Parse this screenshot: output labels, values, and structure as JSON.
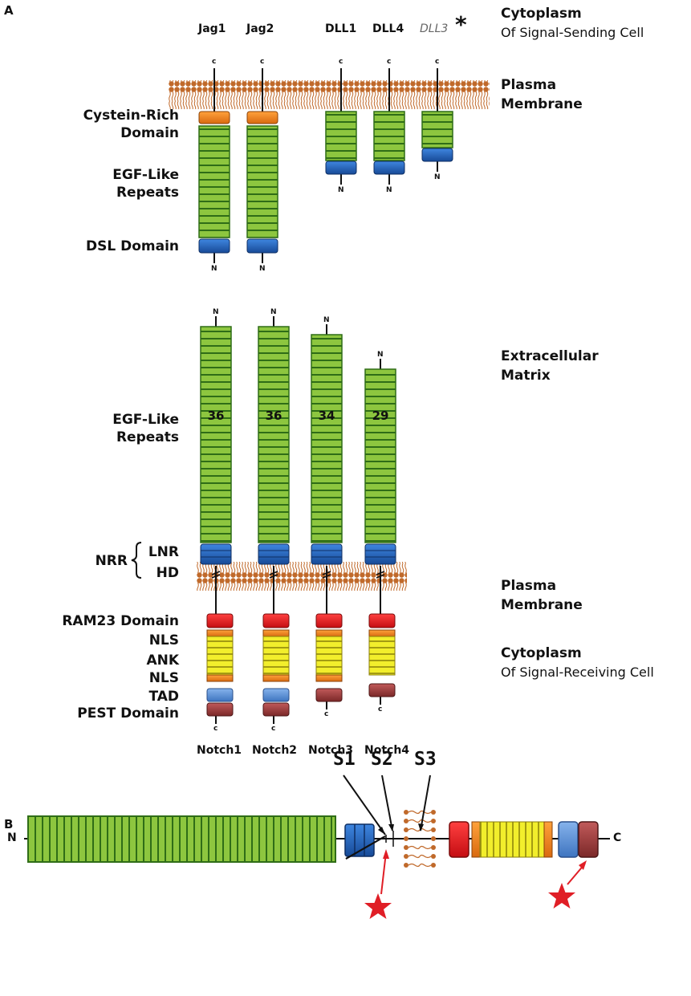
{
  "panels": {
    "a": "A",
    "b": "B"
  },
  "ligands": {
    "names": [
      "Jag1",
      "Jag2",
      "DLL1",
      "DLL4",
      "DLL3"
    ],
    "asterisk": "*"
  },
  "terminals": {
    "c": "c",
    "n": "N",
    "c_big": "C"
  },
  "side_labels": {
    "cytoplasm_top": "Cytoplasm",
    "cytoplasm_top_sub": "Of Signal-Sending Cell",
    "membrane_top_1": "Plasma",
    "membrane_top_2": "Membrane",
    "ecm_1": "Extracellular",
    "ecm_2": "Matrix",
    "membrane_bot_1": "Plasma",
    "membrane_bot_2": "Membrane",
    "cytoplasm_bot": "Cytoplasm",
    "cytoplasm_bot_sub": "Of Signal-Receiving Cell"
  },
  "ligand_domains": {
    "cys_1": "Cystein-Rich",
    "cys_2": "Domain",
    "egf_1": "EGF-Like",
    "egf_2": "Repeats",
    "dsl": "DSL Domain"
  },
  "receptor_domains": {
    "egf_1": "EGF-Like",
    "egf_2": "Repeats",
    "nrr": "NRR",
    "lnr": "LNR",
    "hd": "HD",
    "ram": "RAM23 Domain",
    "nls1": "NLS",
    "ank": "ANK",
    "nls2": "NLS",
    "tad": "TAD",
    "pest": "PEST Domain"
  },
  "receptors": {
    "names": [
      "Notch1",
      "Notch2",
      "Notch3",
      "Notch4"
    ],
    "egf_counts": [
      "36",
      "36",
      "34",
      "29"
    ]
  },
  "cleavage": {
    "s1": "S1",
    "s2": "S2",
    "s3": "S3"
  },
  "colors": {
    "egf_green": "#8dc63f",
    "egf_border": "#3a7d1f",
    "cys_orange": "#f58220",
    "dsl_blue": "#1f5fb5",
    "ram_red": "#e8141b",
    "ank_yellow": "#f2ee2c",
    "nls_orange": "#f39c12",
    "tad_blue": "#5b8fd4",
    "pest_brown": "#9e3a3a",
    "lipid": "#c0692a",
    "star_red": "#e01e26"
  }
}
